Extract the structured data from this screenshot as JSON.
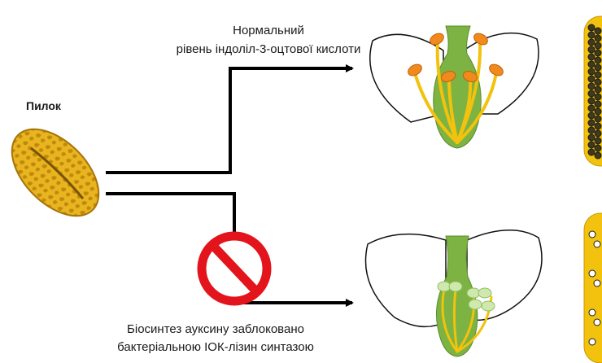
{
  "labels": {
    "pollen": "Пилок",
    "top_caption": {
      "line1": "Нормальний",
      "line2": "рівень індоліл-3-оцтової кислоти"
    },
    "bottom_caption": {
      "line1": "Біосинтез ауксину заблоковано",
      "line2": "бактеріальною ІОК-лізин синтазою"
    }
  },
  "colors": {
    "pollen": "#e6b21c",
    "anther_normal": "#f08a1c",
    "anther_blocked": "#cfe8b0",
    "filament": "#f2c20e",
    "pistil": "#7cb342",
    "prohibition": "#e3141b",
    "line": "#000000"
  },
  "icons": {
    "pollen": "pollen-grain-icon",
    "prohibition": "no-entry-icon",
    "flower_normal": "flower-normal-icon",
    "flower_blocked": "flower-blocked-icon"
  }
}
